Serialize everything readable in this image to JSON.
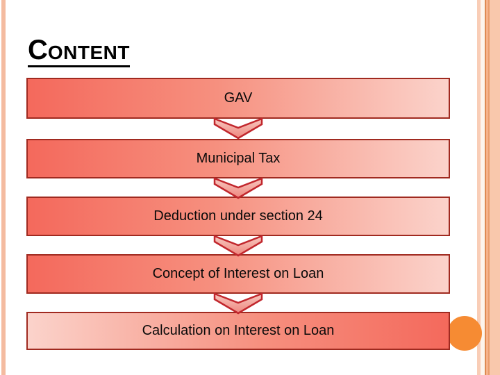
{
  "slide": {
    "title": {
      "initial": "C",
      "rest": "ONTENT"
    },
    "flow": {
      "boxes": [
        {
          "label": "GAV"
        },
        {
          "label": "Municipal Tax"
        },
        {
          "label": "Deduction under section 24"
        },
        {
          "label": "Concept of Interest on Loan"
        },
        {
          "label": "Calculation on Interest on Loan"
        }
      ],
      "arrow_icon": "down-chevron-arrow"
    },
    "colors": {
      "background": "#FFFFFF",
      "text": "#000000",
      "box_border": "#A02A20",
      "box_fill_dark": "#F4695C",
      "box_fill_light": "#FBD3CB",
      "arrow_outline": "#C1272D",
      "arrow_fill_top": "#F8C8C0",
      "arrow_fill_bottom": "#EE867D",
      "accent_circle": "#F68B33",
      "stripe_left_salmon": "#F4BBA0",
      "stripe_right_salmon": "#F9C8AC",
      "stripe_right_cream": "#FDF4EC",
      "stripe_right_orange": "#DE8A52"
    }
  }
}
